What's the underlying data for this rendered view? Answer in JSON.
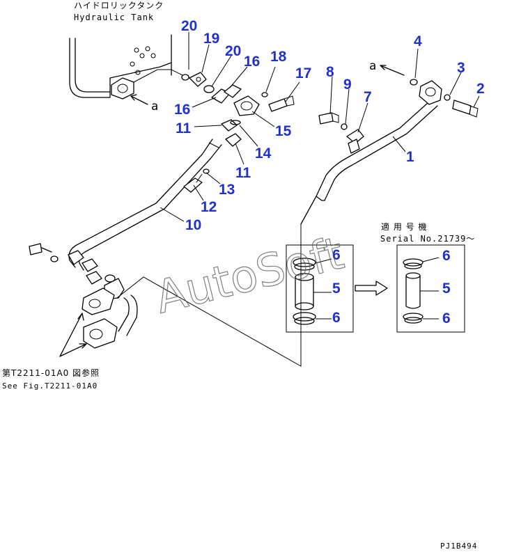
{
  "labels": {
    "tank_jp": "ハイドロリックタンク",
    "tank_en": "Hydraulic Tank",
    "serial_jp": "適 用 号 機",
    "serial_en": "Serial No.21739～",
    "see_fig_jp": "第T2211-01A0 図参照",
    "see_fig_en": "See Fig.T2211-01A0",
    "view_letter_a": "a",
    "drawing_code": "PJ1B494",
    "watermark": "AutoSoft"
  },
  "callouts": [
    "1",
    "2",
    "3",
    "4",
    "5",
    "6",
    "7",
    "8",
    "9",
    "10",
    "11",
    "12",
    "13",
    "14",
    "15",
    "16",
    "17",
    "18",
    "19",
    "20"
  ],
  "colors": {
    "callout": "#1f2fd0",
    "line": "#000000",
    "watermark": "#555555"
  }
}
